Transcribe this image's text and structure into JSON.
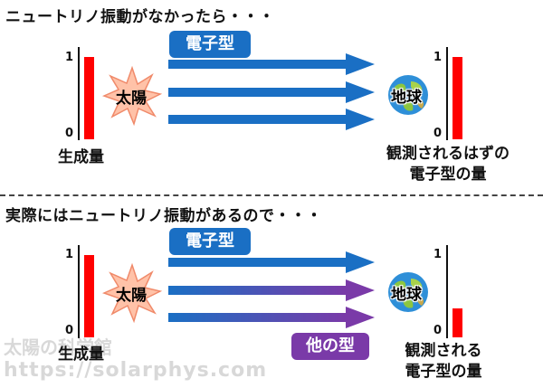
{
  "top_panel": {
    "heading": "ニュートリノ振動がなかったら・・・",
    "electron_tag": "電子型",
    "tick_one_left": "1",
    "tick_zero_left": "0",
    "tick_one_right": "1",
    "tick_zero_right": "0",
    "sun_label": "太陽",
    "earth_label": "地球",
    "production_label": "生成量",
    "expected_label_line1": "観測されるはずの",
    "expected_label_line2": "電子型の量",
    "production_level": 1.0,
    "observed_level": 1.0
  },
  "bottom_panel": {
    "heading": "実際にはニュートリノ振動があるので・・・",
    "electron_tag": "電子型",
    "other_tag": "他の型",
    "tick_one_left": "1",
    "tick_zero_left": "0",
    "tick_one_right": "1",
    "tick_zero_right": "0",
    "sun_label": "太陽",
    "earth_label": "地球",
    "production_label": "生成量",
    "observed_label_line1": "観測される",
    "observed_label_line2": "電子型の量",
    "production_level": 1.0,
    "observed_level": 0.35
  },
  "watermark": {
    "line1": "太陽の科学館",
    "line2": "https://solarphys.com"
  },
  "colors": {
    "electron_blue": "#1a6fc4",
    "other_purple": "#7a3aa8",
    "bar_red": "#ff0000",
    "sun_fill": "#ffc2a8",
    "sun_stroke": "#f08a6a"
  }
}
